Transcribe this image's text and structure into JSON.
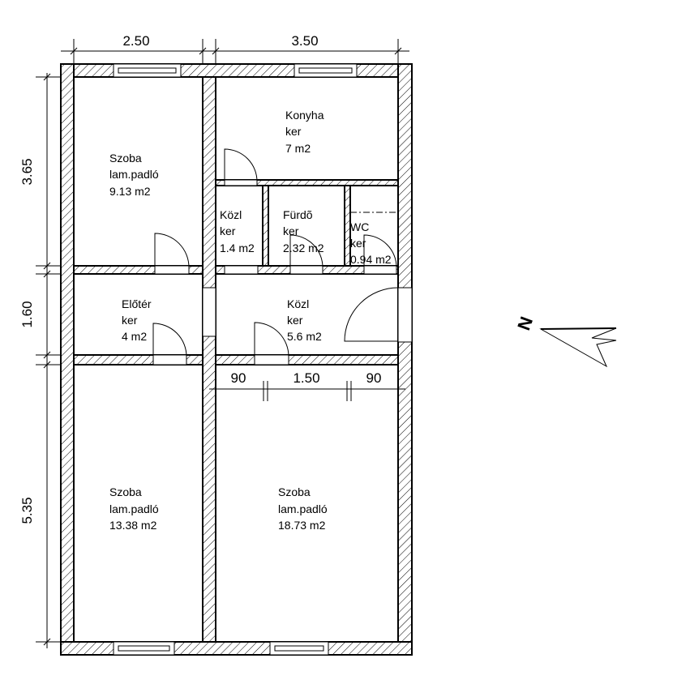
{
  "dimensions": {
    "top": [
      "2.50",
      "3.50"
    ],
    "left": [
      "3.65",
      "1.60",
      "5.35"
    ],
    "inner": [
      "90",
      "1.50",
      "90"
    ]
  },
  "rooms": [
    {
      "name": "Szoba",
      "floor": "lam.padló",
      "area": "9.13 m2"
    },
    {
      "name": "Konyha",
      "floor": "ker",
      "area": "7 m2"
    },
    {
      "name": "Közl",
      "floor": "ker",
      "area": "1.4 m2"
    },
    {
      "name": "Fürdõ",
      "floor": "ker",
      "area": "2.32 m2"
    },
    {
      "name": "WC",
      "floor": "ker",
      "area": "0.94 m2"
    },
    {
      "name": "Előtér",
      "floor": "ker",
      "area": "4 m2"
    },
    {
      "name": "Közl",
      "floor": "ker",
      "area": "5.6 m2"
    },
    {
      "name": "Szoba",
      "floor": "lam.padló",
      "area": "13.38 m2"
    },
    {
      "name": "Szoba",
      "floor": "lam.padló",
      "area": "18.73 m2"
    }
  ],
  "north_arrow": {
    "label": "N"
  }
}
